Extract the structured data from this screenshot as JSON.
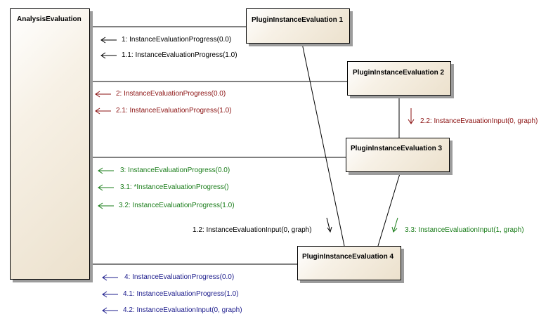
{
  "nodes": {
    "analysis": "AnalysisEvaluation",
    "plugin1": "PluginInstanceEvaluation 1",
    "plugin2": "PluginInstanceEvaluation 2",
    "plugin3": "PluginInstanceEvaluation 3",
    "plugin4": "PluginInstanceEvaluation 4"
  },
  "messages": {
    "m1": "1: InstanceEvaluationProgress(0.0)",
    "m1_1": "1.1: InstanceEvaluationProgress(1.0)",
    "m1_2": "1.2: InstanceEvaluationInput(0, graph)",
    "m2": "2: InstanceEvaluationProgress(0.0)",
    "m2_1": "2.1: InstanceEvaluationProgress(1.0)",
    "m2_2": "2.2: InstanceEvauationInput(0, graph)",
    "m3": "3: InstanceEvaluationProgress(0.0)",
    "m3_1": "3.1: *InstanceEvaluationProgress()",
    "m3_2": "3.2: InstanceEvaluationProgress(1.0)",
    "m3_3": "3.3: InstanceEvaluationInput(1, graph)",
    "m4": "4: InstanceEvaluationProgress(0.0)",
    "m4_1": "4.1: InstanceEvaluationProgress(1.0)",
    "m4_2": "4.2: InstanceEvaluationInput(0, graph)"
  },
  "colors": {
    "black": "#000000",
    "red": "#8b1111",
    "green": "#1a7d1a",
    "blue": "#1c1c8c"
  }
}
